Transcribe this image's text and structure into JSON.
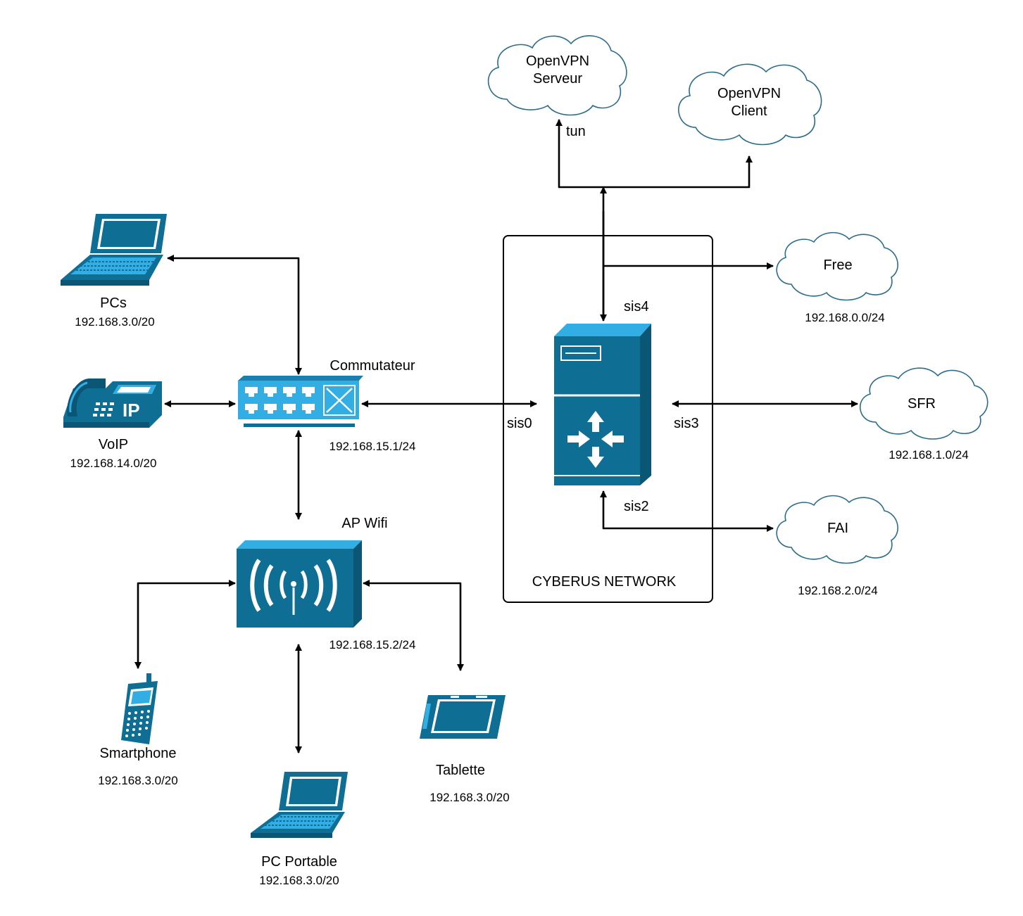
{
  "colors": {
    "device_dark": "#0f6e93",
    "device_light": "#33aee4",
    "cloud_stroke": "#2b6c8a",
    "line": "#000000"
  },
  "firewall": {
    "name": "CYBERUS NETWORK"
  },
  "interfaces": {
    "sis0": "sis0",
    "sis2": "sis2",
    "sis3": "sis3",
    "sis4": "sis4",
    "tun": "tun"
  },
  "switch": {
    "label": "Commutateur",
    "ip": "192.168.15.1/24"
  },
  "access_point": {
    "label": "AP Wifi",
    "ip": "192.168.15.2/24"
  },
  "devices": {
    "pcs": {
      "label": "PCs",
      "net": "192.168.3.0/20"
    },
    "voip": {
      "label": "VoIP",
      "net": "192.168.14.0/20",
      "badge": "IP"
    },
    "smartphone": {
      "label": "Smartphone",
      "net": "192.168.3.0/20"
    },
    "pc_portable": {
      "label": "PC Portable",
      "net": "192.168.3.0/20"
    },
    "tablette": {
      "label": "Tablette",
      "net": "192.168.3.0/20"
    }
  },
  "clouds": {
    "openvpn_server": {
      "line1": "OpenVPN",
      "line2": "Serveur"
    },
    "openvpn_client": {
      "line1": "OpenVPN",
      "line2": "Client"
    },
    "free": {
      "label": "Free",
      "net": "192.168.0.0/24"
    },
    "sfr": {
      "label": "SFR",
      "net": "192.168.1.0/24"
    },
    "fai": {
      "label": "FAI",
      "net": "192.168.2.0/24"
    }
  }
}
